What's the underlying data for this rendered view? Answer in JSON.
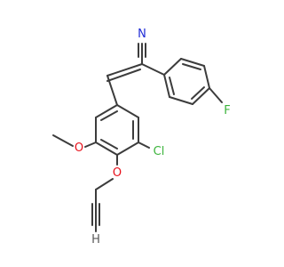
{
  "labels": {
    "nitrogen": "N",
    "fluorine": "F",
    "chlorine": "Cl",
    "ether_oxygen": "O",
    "methoxy_oxygen": "O",
    "hydrogen": "H"
  },
  "colors": {
    "bond": "#3c3c3c",
    "nitrogen": "#1f2bd6",
    "fluorine": "#3cb43c",
    "chlorine": "#3cb43c",
    "oxygen": "#e8101a",
    "hydrogen": "#5a5a5a"
  }
}
